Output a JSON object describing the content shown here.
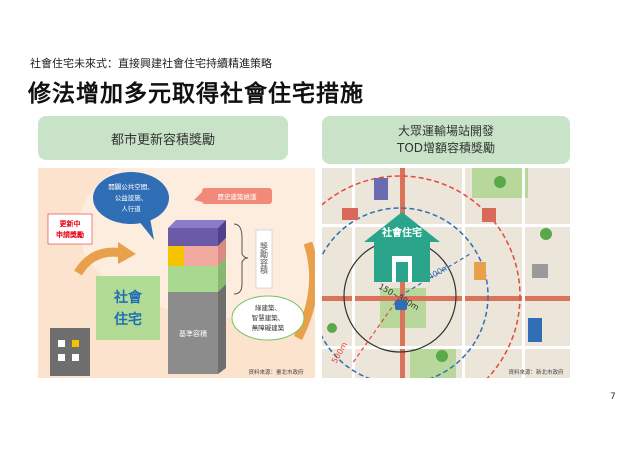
{
  "slide": {
    "subtitle": "社會住宅未來式：直接興建社會住宅持續精進策略",
    "title": "修法增加多元取得社會住宅措施",
    "page_number": "7"
  },
  "left_panel": {
    "header": "都市更新容積獎勵",
    "bubble_text": [
      "開闢公共空間、",
      "公益設施、",
      "人行道"
    ],
    "history_label": "歷史建築維護",
    "renewal_label": [
      "更新中",
      "申請獎勵"
    ],
    "social_housing_label": [
      "社會",
      "住宅"
    ],
    "base_far_label": "基準容積",
    "bonus_far_label": "獎勵容積",
    "green_labels": [
      "綠建築、",
      "智慧建築、",
      "無障礙建築"
    ],
    "source": "資料來源：臺北市政府",
    "colors": {
      "orange": "#e8a04a",
      "blue": "#1f6fb5",
      "gray_block": "#8c8c8c",
      "purple_top": "#6a5aa8"
    }
  },
  "right_panel": {
    "header_line1": "大眾運輸場站開發",
    "header_line2": "TOD增額容積獎勵",
    "center_label": "社會住宅",
    "ring_inner": "150~300m",
    "ring_mid": "400m",
    "ring_outer": "500m",
    "source": "資料來源：新北市政府",
    "colors": {
      "map_bg": "#ece6da",
      "road": "#d9735a",
      "house": "#2aa48a",
      "park": "#b7d79b"
    }
  }
}
